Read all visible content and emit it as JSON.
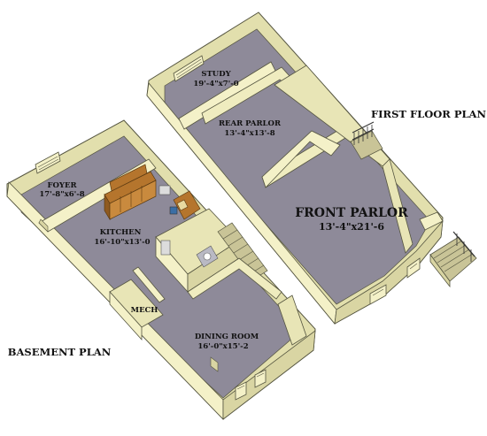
{
  "plans": {
    "first_floor": "FIRST FLOOR PLAN",
    "basement": "BASEMENT PLAN"
  },
  "rooms": {
    "study": {
      "name": "STUDY",
      "dim": "19'-4\"x7'-0"
    },
    "rear_parlor": {
      "name": "REAR PARLOR",
      "dim": "13'-4\"x13'-8"
    },
    "front_parlor": {
      "name": "FRONT PARLOR",
      "dim": "13'-4\"x21'-6"
    },
    "foyer": {
      "name": "FOYER",
      "dim": "17'-8\"x6'-8"
    },
    "kitchen": {
      "name": "KITCHEN",
      "dim": "16'-10\"x13'-0"
    },
    "mech": {
      "name": "MECH"
    },
    "dining_room": {
      "name": "DINING ROOM",
      "dim": "16'-0\"x15'-2"
    }
  },
  "colors": {
    "wall_top": "#f4f1c8",
    "wall_side": "#d9d5a3",
    "wall_outline": "#555540",
    "floor": "#8e8a99",
    "cabinet": "#b5752d",
    "stair": "#c9c497"
  }
}
